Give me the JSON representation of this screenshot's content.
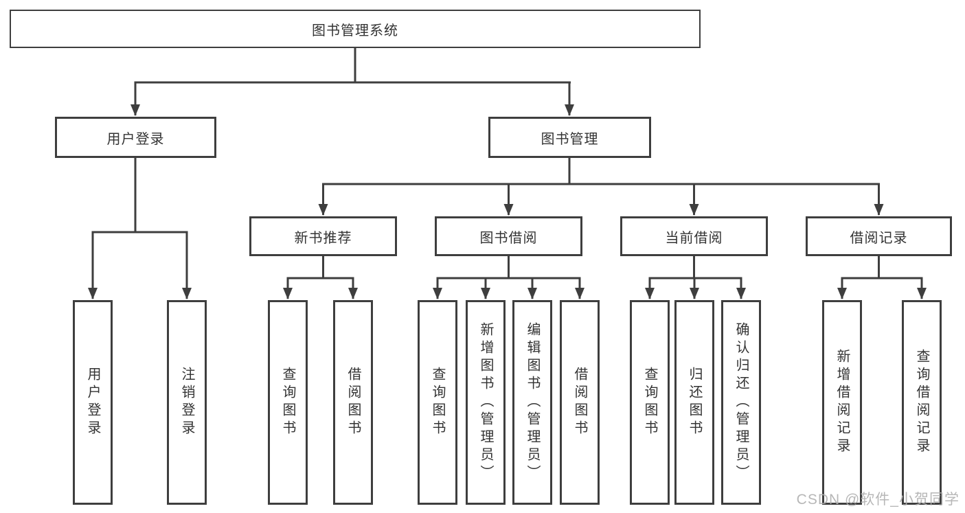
{
  "diagram": {
    "title": "图书管理系统",
    "root": {
      "label": "图书管理系统"
    },
    "level2": [
      {
        "label": "用户登录"
      },
      {
        "label": "图书管理"
      }
    ],
    "level3": [
      {
        "label": "新书推荐"
      },
      {
        "label": "图书借阅"
      },
      {
        "label": "当前借阅"
      },
      {
        "label": "借阅记录"
      }
    ],
    "leaves": {
      "user_login": [
        "用户登录",
        "注销登录"
      ],
      "new_book": [
        "查询图书",
        "借阅图书"
      ],
      "book_borrow": [
        "查询图书",
        "新增图书（管理员）",
        "编辑图书（管理员）",
        "借阅图书"
      ],
      "current_borrow": [
        "查询图书",
        "归还图书",
        "确认归还（管理员）"
      ],
      "borrow_records": [
        "新增借阅记录",
        "查询借阅记录"
      ]
    }
  },
  "colors": {
    "line": "#3e3e3e",
    "text": "#333333",
    "background": "#ffffff",
    "watermark": "#afafaf"
  },
  "watermark": {
    "text": "CSDN @软件_小贺同学"
  }
}
